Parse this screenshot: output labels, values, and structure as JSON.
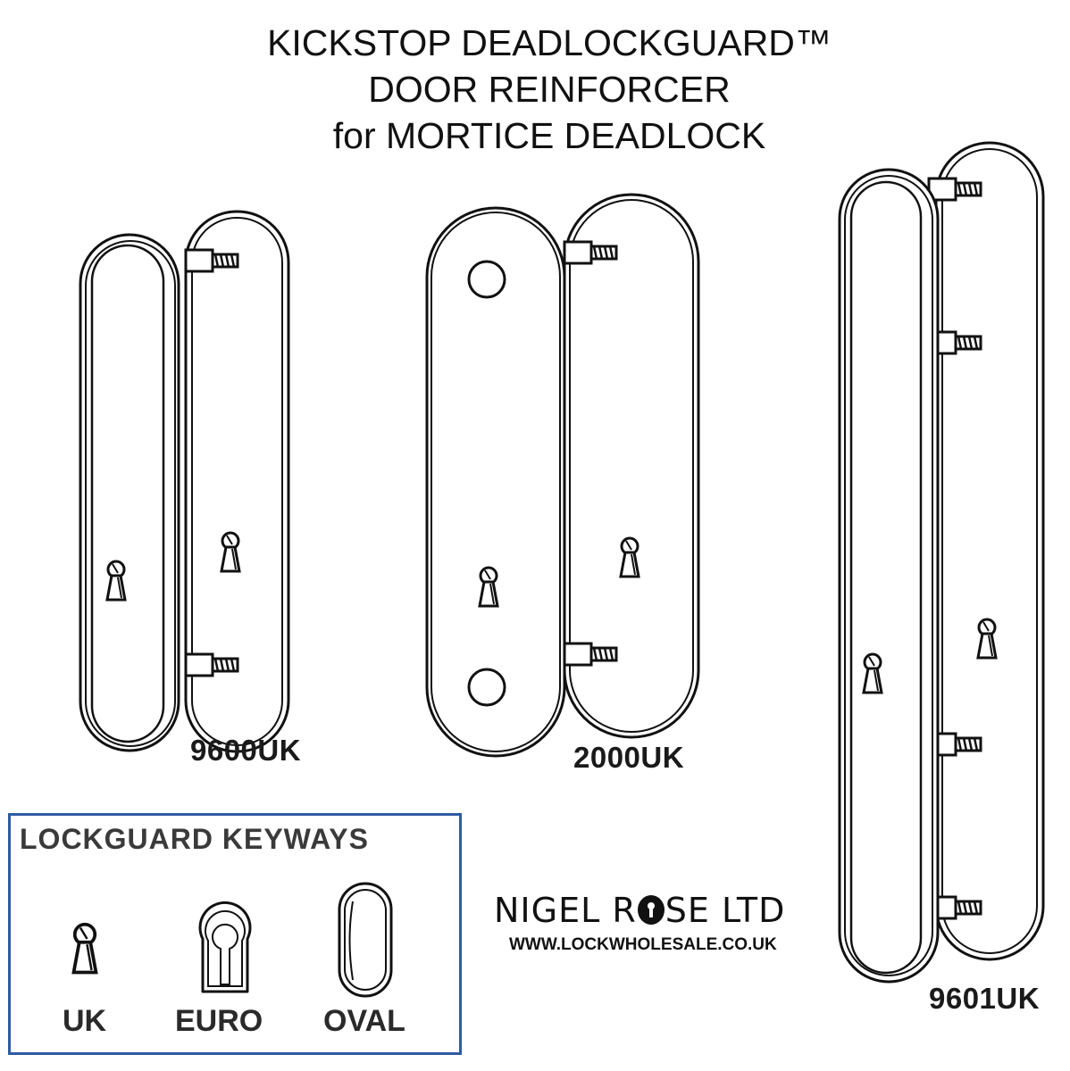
{
  "title": {
    "line1": "KICKSTOP DEADLOCKGUARD™",
    "line2": "DOOR REINFORCER",
    "line3": "for MORTICE DEADLOCK"
  },
  "models": {
    "small": "9600UK",
    "round_holes": "2000UK",
    "long": "9601UK"
  },
  "keyways": {
    "heading": "LOCKGUARD KEYWAYS",
    "uk": "UK",
    "euro": "EURO",
    "oval": "OVAL"
  },
  "brand": {
    "name_part1": "NIGEL R",
    "name_part2": "SE LTD",
    "url": "WWW.LOCKWHOLESALE.CO.UK"
  },
  "colors": {
    "line": "#111111",
    "box_border": "#2f5aa3"
  }
}
